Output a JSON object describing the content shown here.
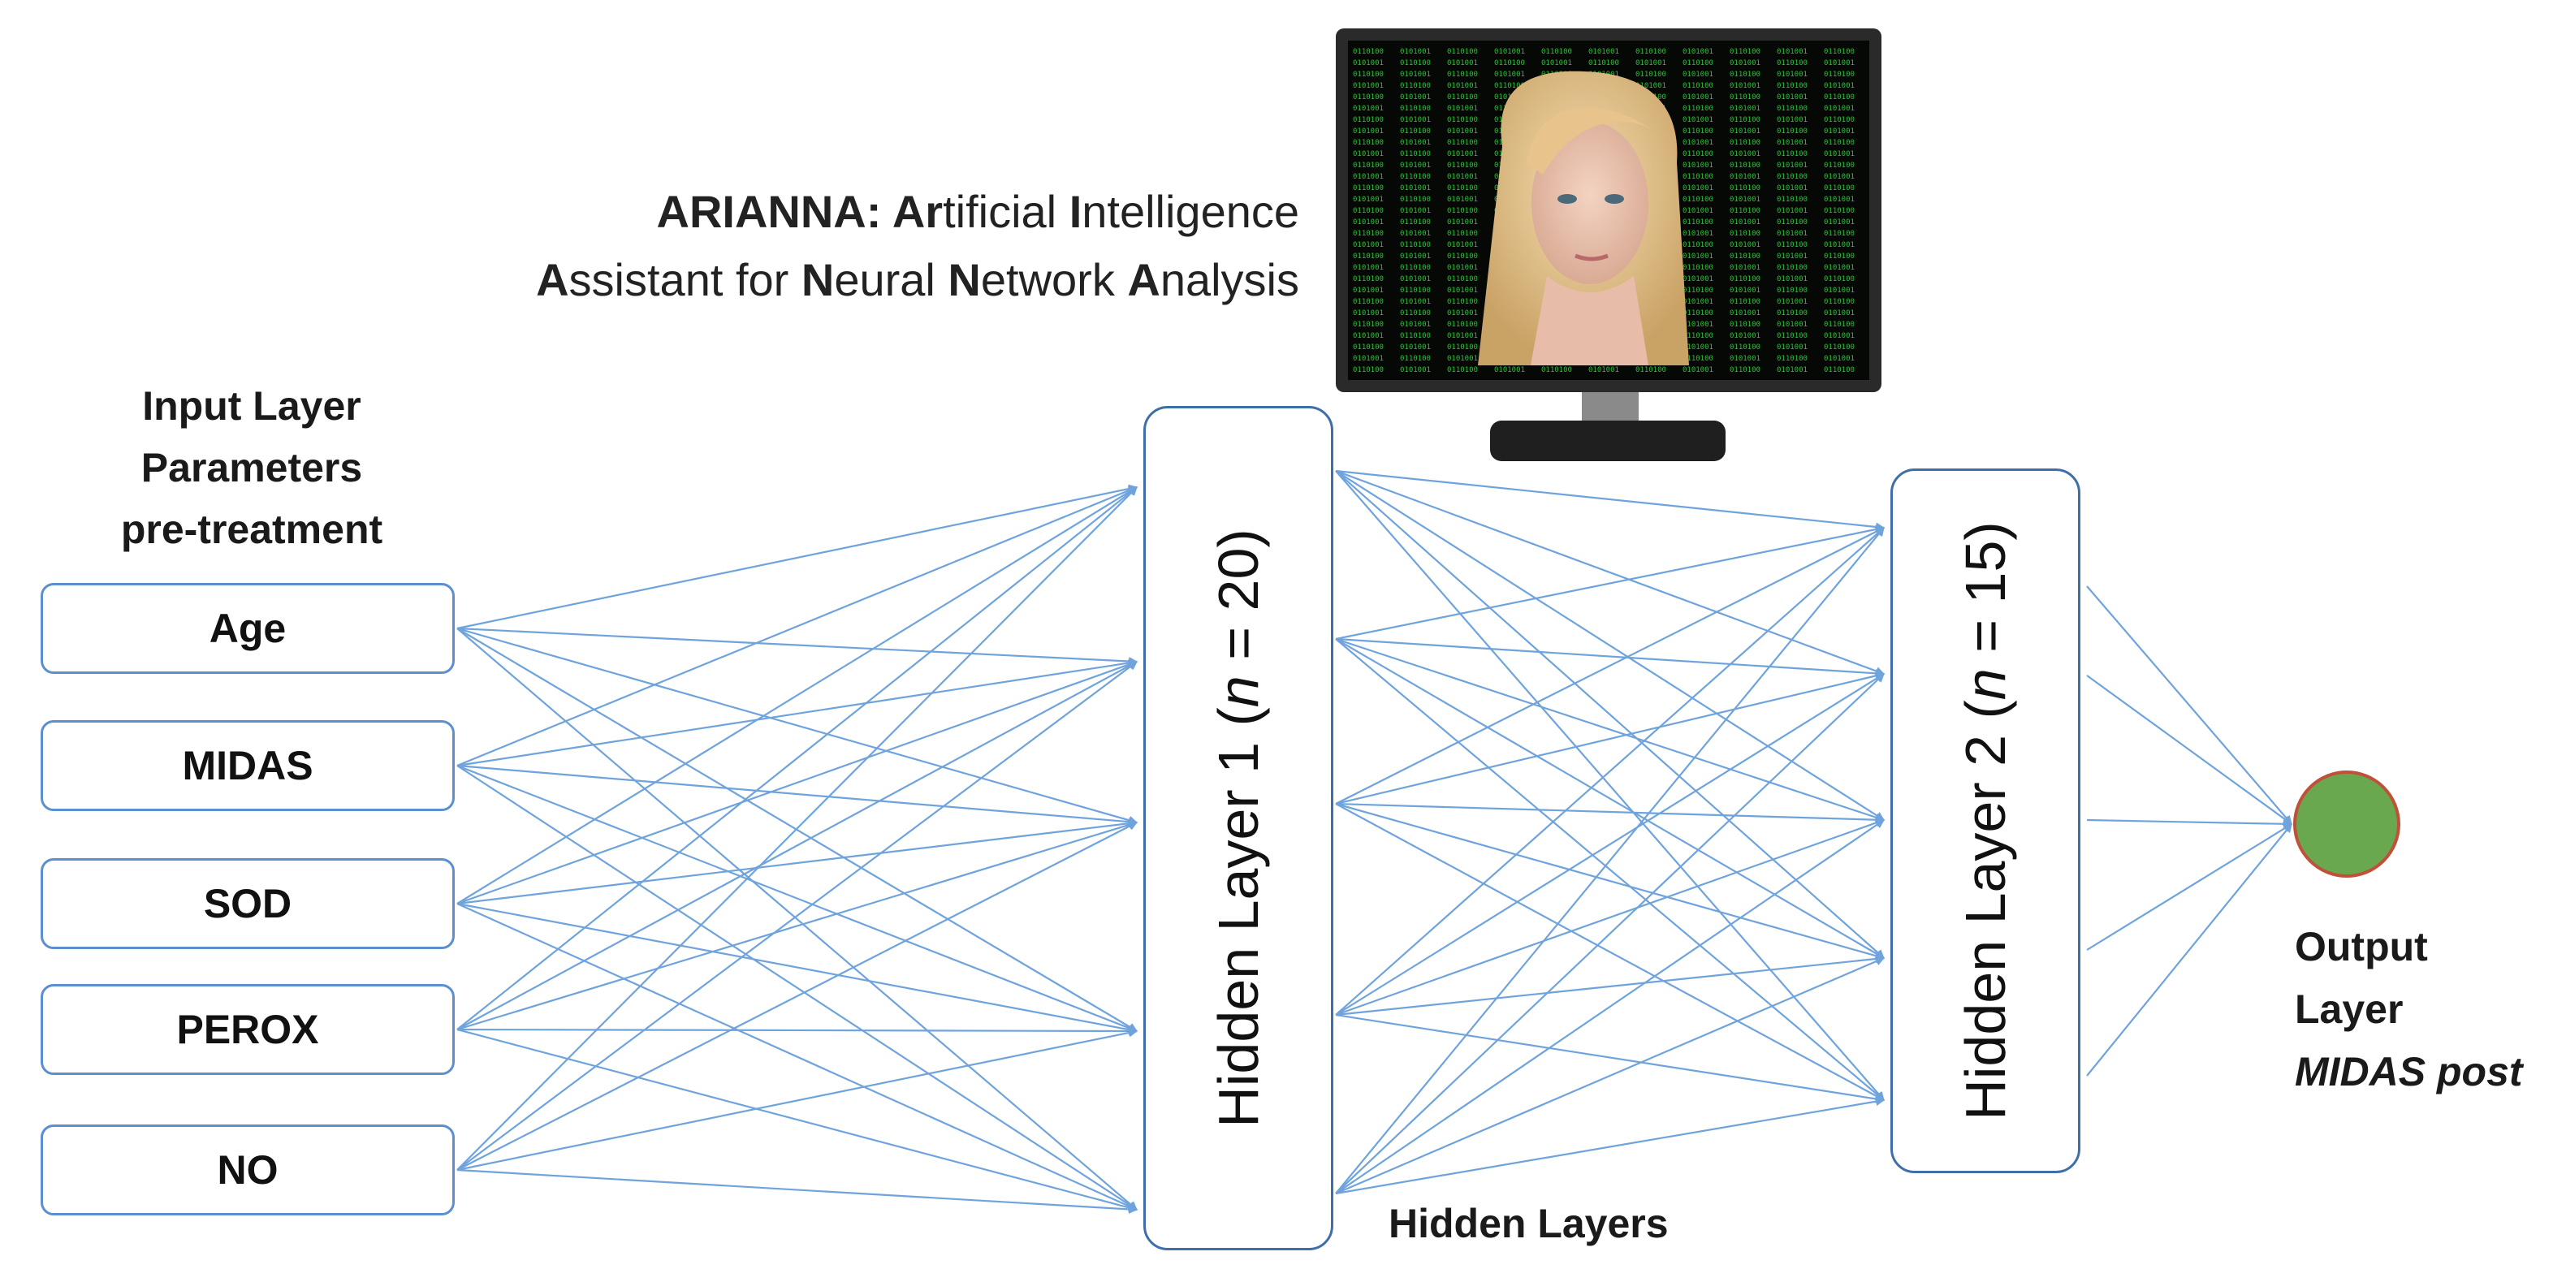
{
  "title": {
    "line1": [
      {
        "text": "ARIANNA: ",
        "bold": true
      },
      {
        "text": "Ar",
        "bold": true
      },
      {
        "text": "tificial ",
        "bold": false
      },
      {
        "text": "I",
        "bold": true
      },
      {
        "text": "ntelligence",
        "bold": false
      }
    ],
    "line2": [
      {
        "text": "A",
        "bold": true
      },
      {
        "text": "ssistant for ",
        "bold": false
      },
      {
        "text": "N",
        "bold": true
      },
      {
        "text": "eural ",
        "bold": false
      },
      {
        "text": "N",
        "bold": true
      },
      {
        "text": "etwork ",
        "bold": false
      },
      {
        "text": "A",
        "bold": true
      },
      {
        "text": "nalysis",
        "bold": false
      }
    ]
  },
  "input_layer": {
    "header": [
      "Input Layer",
      "Parameters",
      "pre-treatment"
    ],
    "nodes": [
      "Age",
      "MIDAS",
      "SOD",
      "PEROX",
      "NO"
    ]
  },
  "hidden_layer_1": {
    "prefix": "Hidden Layer 1 (",
    "var": "n",
    "suffix": " = 20)"
  },
  "hidden_layer_2": {
    "prefix": "Hidden Layer 2 (",
    "var": "n",
    "suffix": " = 15)"
  },
  "hidden_layers_label": "Hidden Layers",
  "output_layer": {
    "line1": "Output",
    "line2": "Layer",
    "line3": "MIDAS post"
  },
  "colors": {
    "connection": "#6fa3dc",
    "box_border": "#5b8fd0",
    "output_fill": "#6aa84f",
    "output_border": "#c0503a",
    "matrix_text": "#2fbf3a"
  },
  "icons": {
    "monitor": "computer-monitor-with-avatar-icon"
  }
}
